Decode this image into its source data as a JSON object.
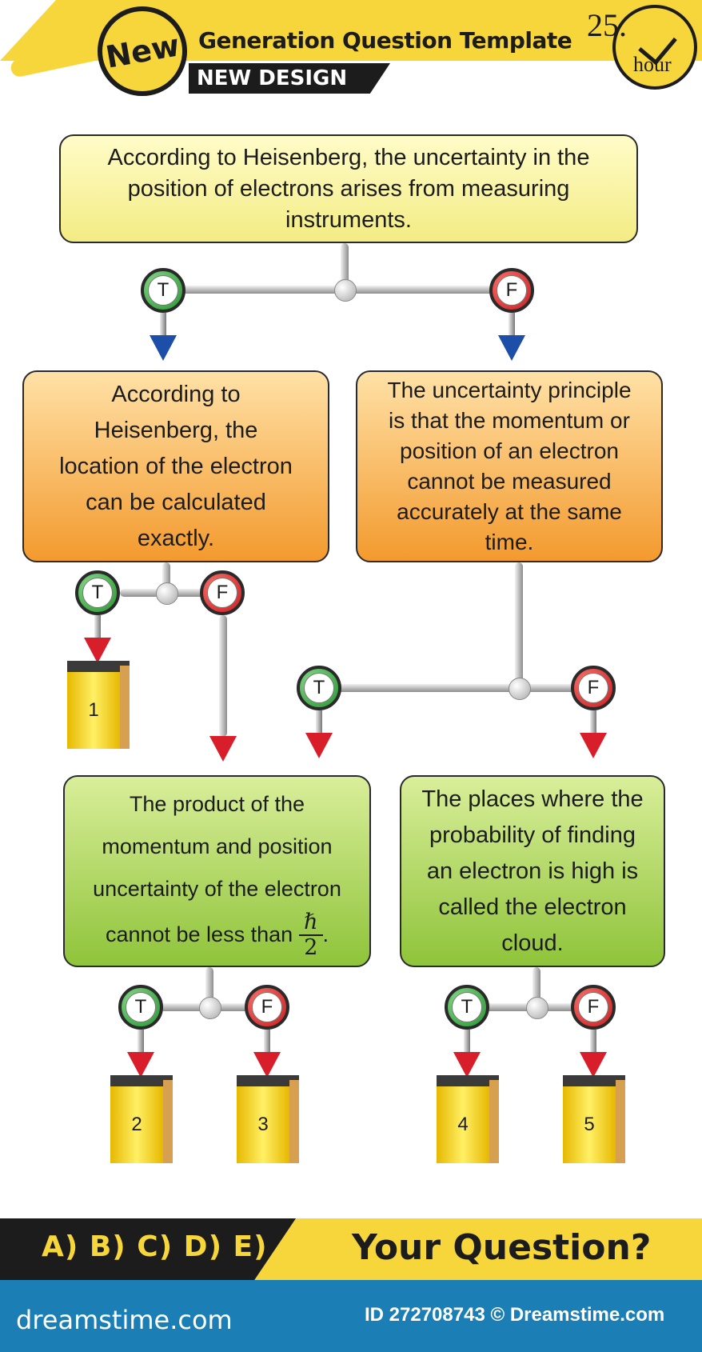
{
  "header": {
    "badge": "New",
    "title": "Generation Question Template",
    "subtitle": "NEW DESIGN",
    "clock_number": "25.",
    "clock_unit": "hour"
  },
  "statements": {
    "root": [
      "According to Heisenberg, the uncertainty in the",
      "position of electrons arises from measuring",
      "instruments."
    ],
    "left": [
      "According to",
      "Heisenberg, the",
      "location of the electron",
      "can be calculated",
      "exactly."
    ],
    "right": [
      "The uncertainty principle",
      "is that the momentum or",
      "position of an electron",
      "cannot be measured",
      "accurately at the same",
      "time."
    ],
    "bottom_left": [
      "The product of the",
      "momentum and position",
      "uncertainty of the electron",
      "cannot be less than"
    ],
    "bottom_left_fraction": {
      "numerator": "ℏ",
      "denominator": "2",
      "suffix": "."
    },
    "bottom_right": [
      "The places where the",
      "probability of finding",
      "an electron is high is",
      "called the electron",
      "cloud."
    ]
  },
  "labels": {
    "true": "T",
    "false": "F"
  },
  "outcomes": [
    "1",
    "2",
    "3",
    "4",
    "5"
  ],
  "answer_bar": {
    "options": "A) B) C) D) E)",
    "question": "Your Question?"
  },
  "footer": {
    "logo": "dreamstime.com",
    "id": "ID 272708743 © Dreamstime.com"
  },
  "colors": {
    "accent_yellow": "#f6d63a",
    "true_green": "#1f8f2a",
    "false_red": "#c4161c",
    "footer_blue": "#1b7fb5"
  }
}
